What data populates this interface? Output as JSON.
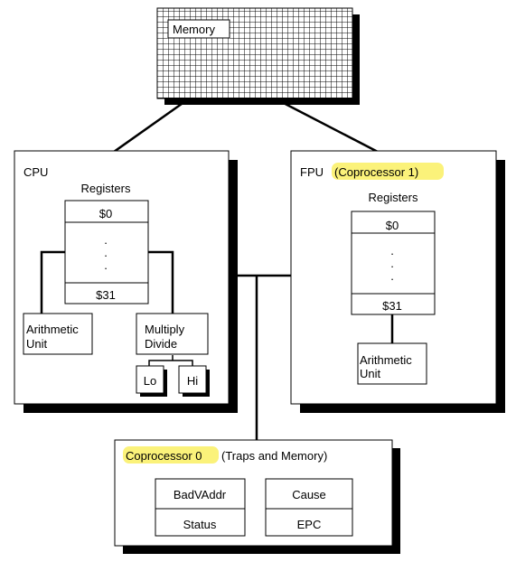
{
  "memory": {
    "label": "Memory"
  },
  "cpu": {
    "title": "CPU",
    "registers_label": "Registers",
    "reg_first": "$0",
    "reg_ellipsis": ".",
    "reg_last": "$31",
    "arithmetic_unit": [
      "Arithmetic",
      "Unit"
    ],
    "multiply_divide": [
      "Multiply",
      "Divide"
    ],
    "lo": "Lo",
    "hi": "Hi"
  },
  "fpu": {
    "title_prefix": "FPU",
    "title_highlight": "(Coprocessor 1)",
    "registers_label": "Registers",
    "reg_first": "$0",
    "reg_ellipsis": ".",
    "reg_last": "$31",
    "arithmetic_unit": [
      "Arithmetic",
      "Unit"
    ]
  },
  "cp0": {
    "title_highlight": "Coprocessor 0",
    "title_rest": "(Traps and Memory)",
    "badvaddr": "BadVAddr",
    "status": "Status",
    "cause": "Cause",
    "epc": "EPC"
  },
  "colors": {
    "highlight": "#fbf27a",
    "shadow": "#000000",
    "line": "#000000"
  }
}
